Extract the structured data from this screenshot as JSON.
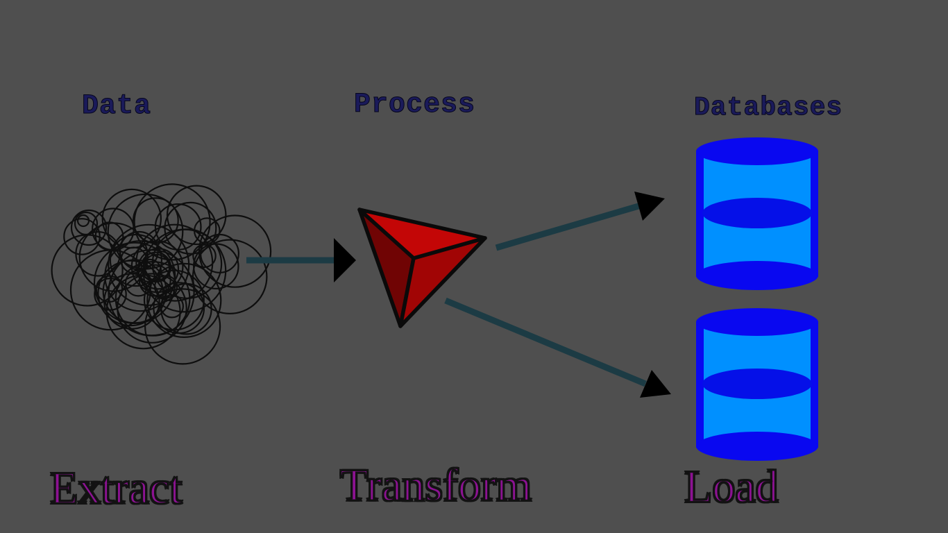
{
  "diagram": {
    "background_color": "#4f4f4f",
    "stages": [
      {
        "top_label": "Data",
        "bottom_label": "Extract",
        "icon": "data-scribble-icon"
      },
      {
        "top_label": "Process",
        "bottom_label": "Transform",
        "icon": "tetrahedron-icon"
      },
      {
        "top_label": "Databases",
        "bottom_label": "Load",
        "icon": "database-cylinder-icon"
      }
    ],
    "database_count": 2,
    "arrows": [
      {
        "name": "extract-arrow",
        "from": "data-scribble",
        "to": "tetrahedron"
      },
      {
        "name": "load-arrow-top",
        "from": "tetrahedron",
        "to": "database-top"
      },
      {
        "name": "load-arrow-bottom",
        "from": "tetrahedron",
        "to": "database-bottom"
      }
    ],
    "colors": {
      "background": "#4f4f4f",
      "label_navy": "#1a1a5a",
      "handwritten_purple": "#8c1292",
      "arrow_shaft_teal": "#1c3b44",
      "arrow_head_black": "#000000",
      "tetrahedron_red_top": "#c30606",
      "tetrahedron_red_left": "#700404",
      "tetrahedron_red_right": "#a10505",
      "database_blue_dark": "#0908f0",
      "database_blue_light": "#0090ff",
      "database_blue_band": "#0510e8",
      "scribble_black": "#0e0e0e"
    }
  }
}
